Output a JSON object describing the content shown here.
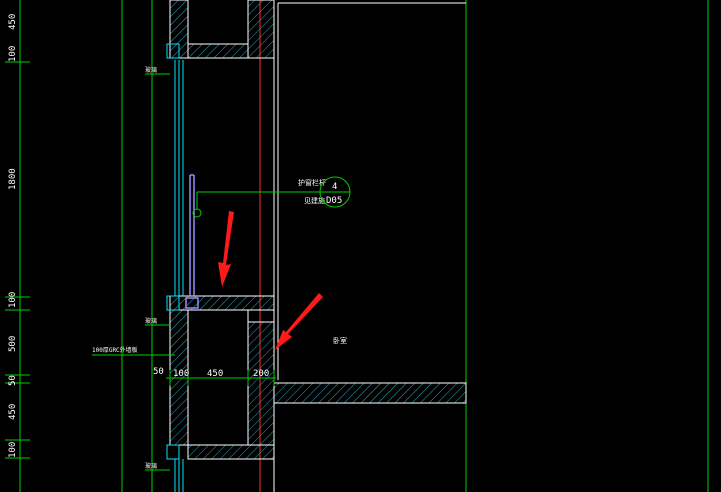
{
  "colors": {
    "background": "#000000",
    "dimension": "#00d000",
    "outline": "#ffffff",
    "glass": "#00e5ff",
    "railing": "#9b8cff",
    "hatch": "#2fa3b8",
    "axis": "#ff2a2a",
    "arrow": "#ff1a1a"
  },
  "dimensions_vertical": [
    "450",
    "100",
    "1800",
    "100",
    "500",
    "50",
    "450",
    "100"
  ],
  "dimensions_horizontal": [
    "50",
    "100",
    "450",
    "200"
  ],
  "callout": {
    "label_top": "护窗栏杆",
    "label_bottom": "见建施",
    "number": "4",
    "sheet": "D05"
  },
  "notes": {
    "glass_tag_upper": "玻璃",
    "glass_tag_lower": "玻璃",
    "glass_tag_bottom": "玻璃",
    "room_label": "卧室",
    "left_note": "100厚GRC外墙板"
  },
  "icons": [
    "red-arrow-icon",
    "callout-circle-icon"
  ]
}
